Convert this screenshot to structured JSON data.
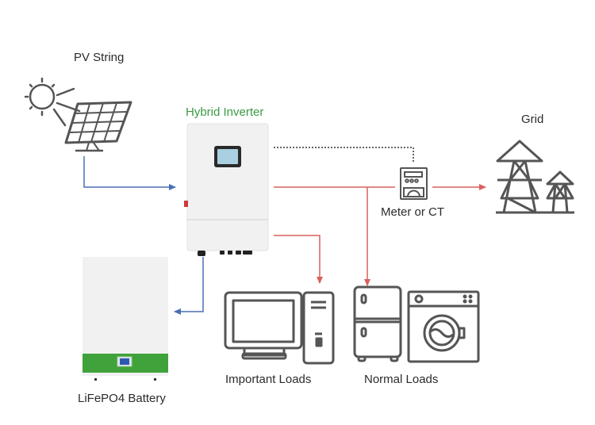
{
  "diagram": {
    "nodes": {
      "pv_string": "PV String",
      "hybrid_inverter": "Hybrid Inverter",
      "grid": "Grid",
      "meter": "Meter or CT",
      "important_loads": "Important Loads",
      "normal_loads": "Normal Loads",
      "battery": "LiFePO4 Battery"
    },
    "connections": [
      {
        "from": "PV String",
        "to": "Hybrid Inverter",
        "style": "solid",
        "color": "#4a6fb5"
      },
      {
        "from": "Hybrid Inverter",
        "to": "LiFePO4 Battery",
        "style": "solid",
        "color": "#4a6fb5"
      },
      {
        "from": "Hybrid Inverter",
        "to": "Meter or CT",
        "style": "solid",
        "color": "#d9605f"
      },
      {
        "from": "Meter or CT",
        "to": "Grid",
        "style": "solid",
        "color": "#d9605f"
      },
      {
        "from": "Hybrid Inverter",
        "to": "Important Loads",
        "style": "solid",
        "color": "#d9605f"
      },
      {
        "from": "Hybrid Inverter",
        "to": "Normal Loads",
        "style": "solid",
        "color": "#d9605f"
      },
      {
        "from": "Hybrid Inverter",
        "to": "Meter or CT",
        "style": "dotted",
        "color": "#333333"
      }
    ],
    "colors": {
      "dc_line": "#4a6fb5",
      "ac_line": "#d9605f",
      "icon": "#555555",
      "accent_green": "#3a9a45"
    }
  }
}
